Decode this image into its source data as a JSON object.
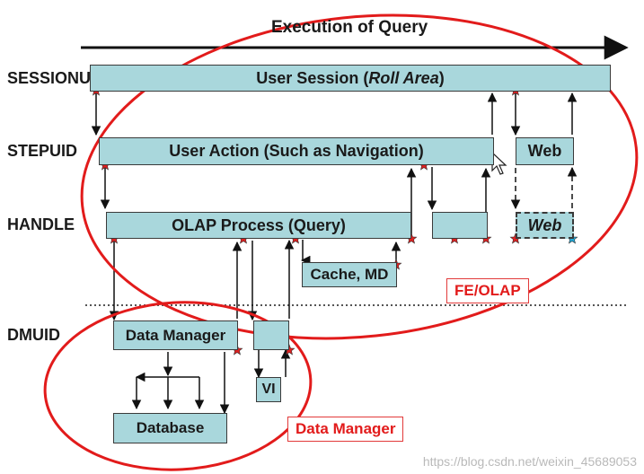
{
  "title": "Execution of Query",
  "levels": {
    "session": "SESSIONUID",
    "step": "STEPUID",
    "handle": "HANDLE",
    "dmuid": "DMUID"
  },
  "boxes": {
    "user_session_prefix": "User Session (",
    "user_session_italic": "Roll Area",
    "user_session_suffix": ")",
    "user_action": "User Action (Such as Navigation)",
    "web_step": "Web",
    "olap_process": "OLAP Process (Query)",
    "web_handle": "Web",
    "cache_md": "Cache, MD",
    "data_manager": "Data Manager",
    "vi": "VI",
    "database": "Database"
  },
  "groups": {
    "fe_olap": "FE/OLAP",
    "data_manager": "Data Manager"
  },
  "watermark": "https://blog.csdn.net/weixin_45689053",
  "colors": {
    "box_fill": "#a9d7dc",
    "ellipse": "#e21b1b",
    "star_red": "#e02020",
    "star_blue": "#21a9d8"
  }
}
